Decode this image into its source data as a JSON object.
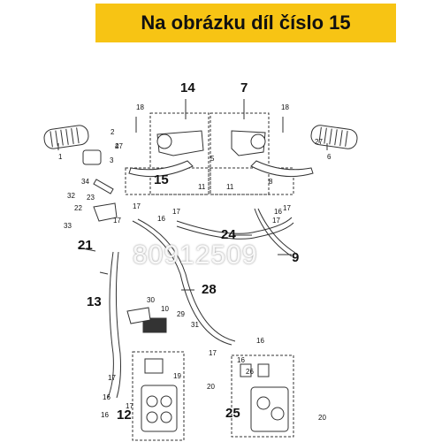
{
  "banner": {
    "text": "Na obrázku díl číslo 15",
    "color": "#f7c414"
  },
  "watermark": {
    "text": "80912509"
  },
  "diagram": {
    "labels_small": [
      "1",
      "2",
      "3",
      "4",
      "5",
      "6",
      "8",
      "10",
      "11",
      "11",
      "16",
      "16",
      "16",
      "16",
      "16",
      "16",
      "17",
      "17",
      "17",
      "17",
      "17",
      "17",
      "17",
      "17",
      "18",
      "18",
      "19",
      "20",
      "20",
      "22",
      "23",
      "26",
      "27",
      "27",
      "29",
      "30",
      "31",
      "32",
      "33",
      "34"
    ],
    "labels_large": [
      "7",
      "9",
      "12",
      "13",
      "14",
      "15",
      "21",
      "24",
      "25",
      "28"
    ]
  }
}
